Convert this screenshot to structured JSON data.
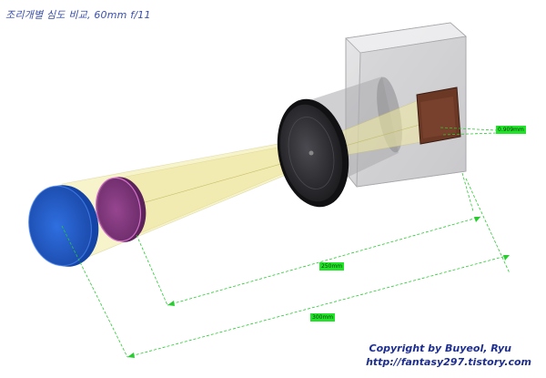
{
  "title": "조리개별 심도 비교, 60mm f/11",
  "dimensions": {
    "coc": "0.909mm",
    "near_distance": "250mm",
    "far_distance": "300mm"
  },
  "credit": {
    "line1": "Copyright by Buyeol, Ryu",
    "line2": "http://fantasy297.tistory.com"
  },
  "colors": {
    "far_disc": "#1f5ac8",
    "near_disc": "#8a3d85",
    "lens": "#2a2a2e",
    "sensor": "#6b3826",
    "light_cone": "#f2eaa0",
    "dimension_line": "#27cc2f",
    "camera_body": "#c7c7c9"
  }
}
